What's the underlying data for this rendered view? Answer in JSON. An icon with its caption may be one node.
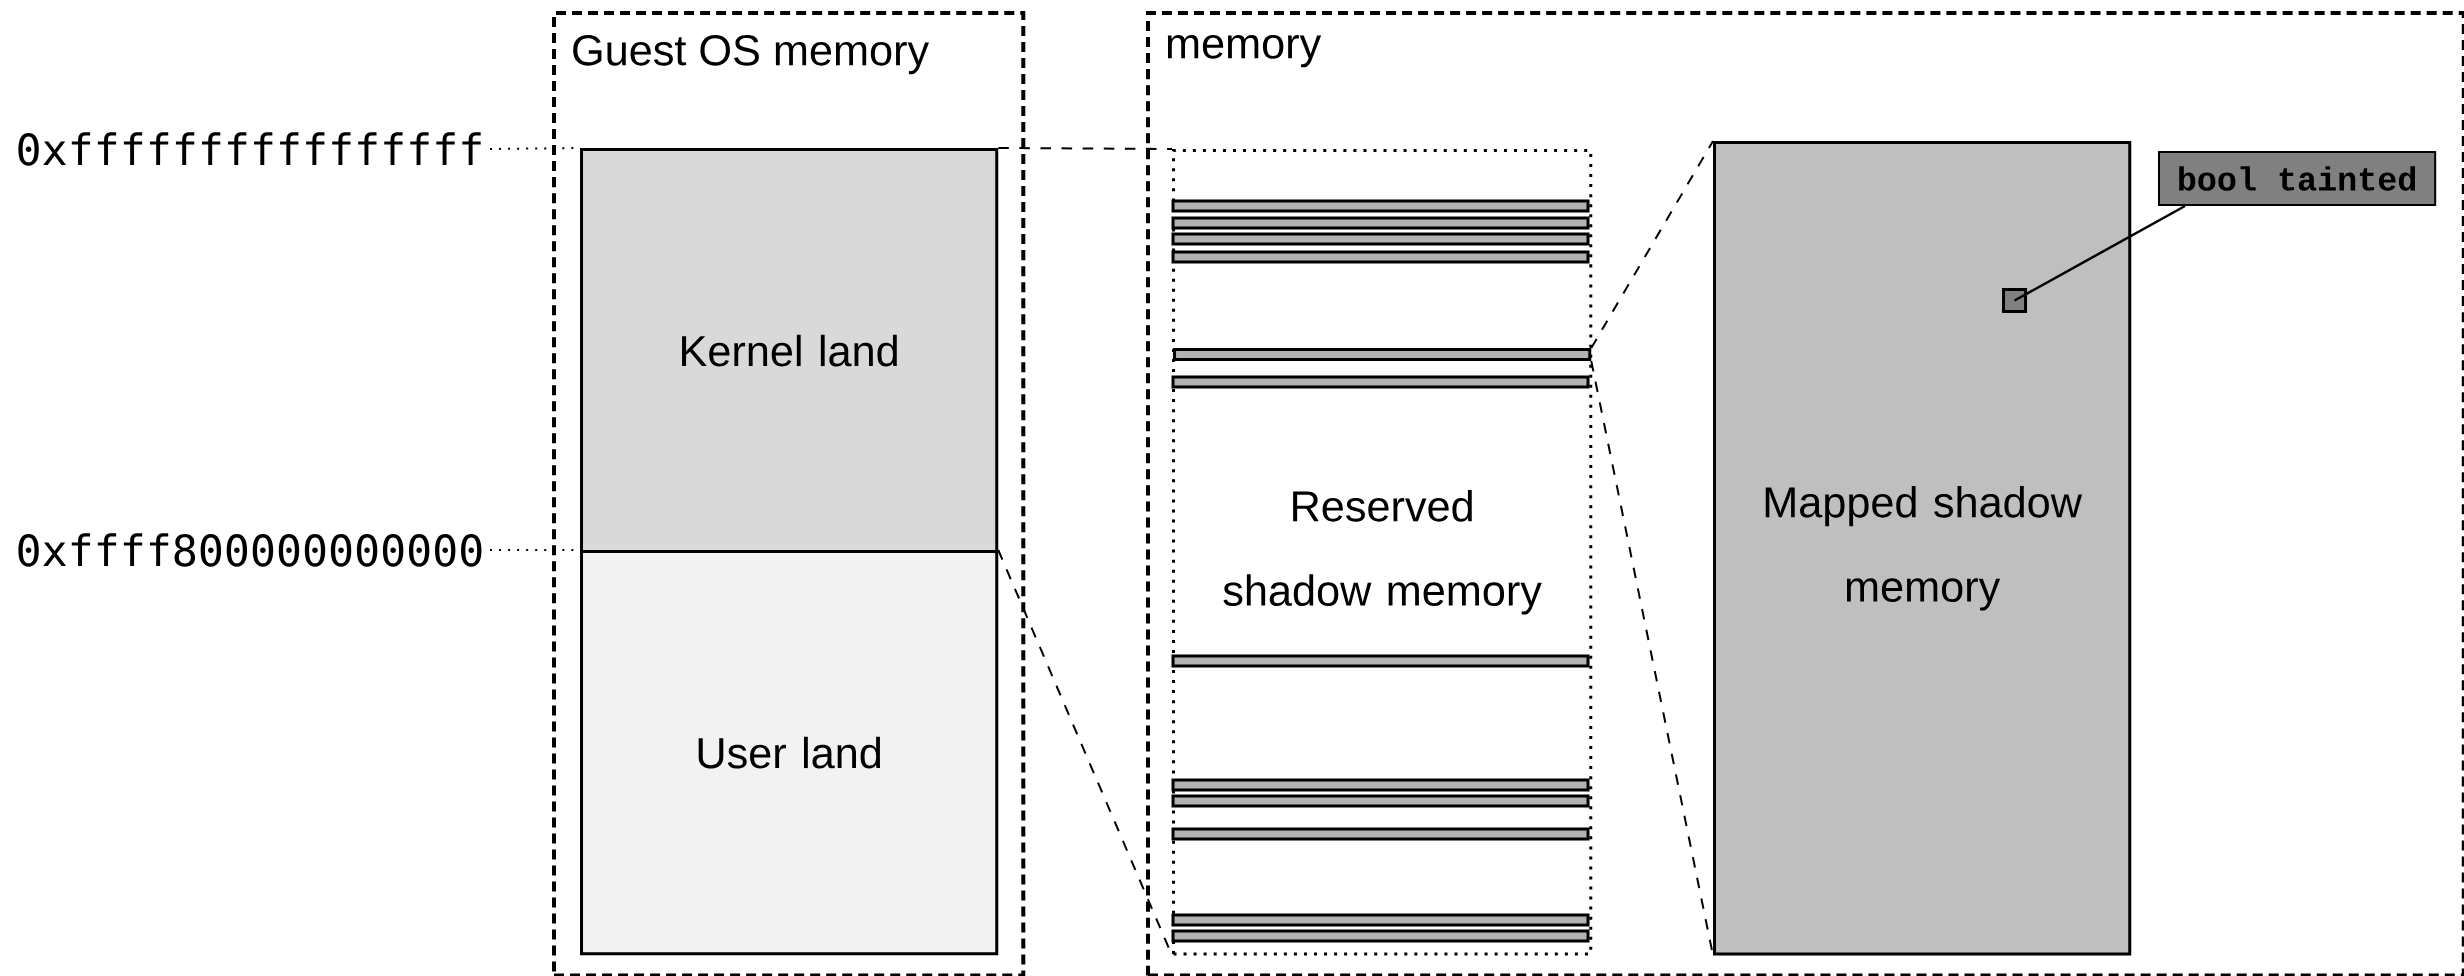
{
  "diagram": {
    "nodes": [
      {
        "text": [
          "Guest OS memory"
        ]
      },
      {
        "text": [
          "memory"
        ]
      },
      {
        "text": [
          "0xffffffffffffffff"
        ]
      },
      {
        "text": [
          "0xffff800000000000"
        ]
      },
      {
        "text": [
          "Kernel land"
        ],
        "in": 0
      },
      {
        "text": [
          "User land"
        ],
        "in": 0
      },
      {
        "text": [
          "Reserved shadow memory"
        ],
        "in": 1
      },
      {
        "text": [],
        "shape": "bar",
        "in": 6
      },
      {
        "text": [
          "Mapped shadow memory"
        ],
        "in": 1
      },
      {
        "text": [],
        "shape": "box",
        "in": 8
      },
      {
        "text": [
          "bool tainted"
        ],
        "in": 1
      }
    ],
    "edges": [
      {
        "from": 2,
        "to": 4,
        "arrow": "none",
        "style": "dashed"
      },
      {
        "from": 3,
        "to": 5,
        "arrow": "none",
        "style": "dashed"
      },
      {
        "from": 4,
        "to": 6,
        "arrow": "none",
        "style": "dashed"
      },
      {
        "from": 5,
        "to": 6,
        "arrow": "none",
        "style": "dashed"
      },
      {
        "from": 7,
        "to": 8,
        "arrow": "none",
        "style": "dashed"
      },
      {
        "from": 7,
        "to": 8,
        "arrow": "none",
        "style": "dashed"
      },
      {
        "from": 10,
        "to": 9,
        "arrow": "none"
      }
    ]
  }
}
